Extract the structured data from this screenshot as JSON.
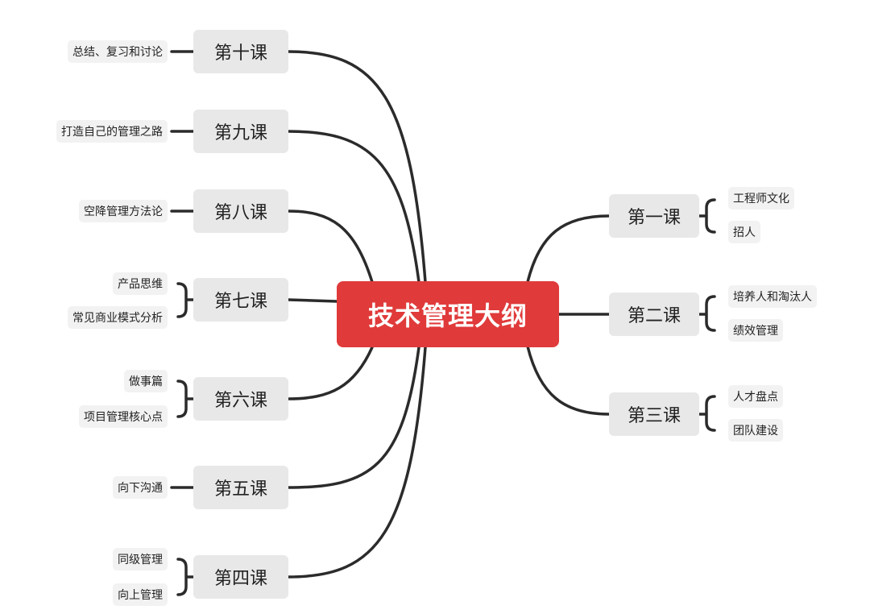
{
  "root": {
    "title": "技术管理大纲"
  },
  "lessons": [
    {
      "label": "第一课",
      "topics": [
        "工程师文化",
        "招人"
      ]
    },
    {
      "label": "第二课",
      "topics": [
        "培养人和淘汰人",
        "绩效管理"
      ]
    },
    {
      "label": "第三课",
      "topics": [
        "人才盘点",
        "团队建设"
      ]
    },
    {
      "label": "第四课",
      "topics": [
        "同级管理",
        "向上管理"
      ]
    },
    {
      "label": "第五课",
      "topics": [
        "向下沟通"
      ]
    },
    {
      "label": "第六课",
      "topics": [
        "做事篇",
        "项目管理核心点"
      ]
    },
    {
      "label": "第七课",
      "topics": [
        "产品思维",
        "常见商业模式分析"
      ]
    },
    {
      "label": "第八课",
      "topics": [
        "空降管理方法论"
      ]
    },
    {
      "label": "第九课",
      "topics": [
        "打造自己的管理之路"
      ]
    },
    {
      "label": "第十课",
      "topics": [
        "总结、复习和讨论"
      ]
    }
  ]
}
